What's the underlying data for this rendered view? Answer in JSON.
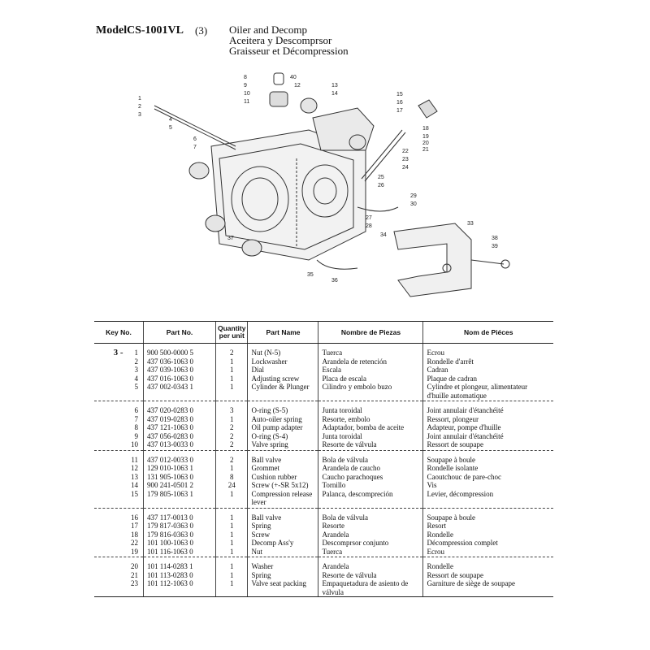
{
  "header": {
    "model_label": "Model",
    "model_code": "CS-1001VL",
    "section": "(3)",
    "title_en": "Oiler and Decomp",
    "title_es": "Aceitera y Descomprsor",
    "title_fr": "Graisseur et Décompression"
  },
  "diagram": {
    "callouts": [
      "1",
      "2",
      "3",
      "4",
      "5",
      "6",
      "7",
      "8",
      "9",
      "10",
      "11",
      "12",
      "13",
      "14",
      "15",
      "16",
      "17",
      "18",
      "19",
      "20",
      "21",
      "22",
      "23",
      "24",
      "25",
      "26",
      "27",
      "28",
      "29",
      "30",
      "33",
      "34",
      "35",
      "36",
      "37",
      "38",
      "39",
      "40"
    ]
  },
  "table": {
    "headers": {
      "key": "Key No.",
      "part": "Part No.",
      "qty": "Quantity per unit",
      "name": "Part Name",
      "esp": "Nombre de Piezas",
      "fra": "Nom de Piéces"
    },
    "group": "3 -",
    "rows": [
      {
        "key": "1",
        "part": "900 500-0000 5",
        "qty": "2",
        "name": "Nut (N-5)",
        "esp": "Tuerca",
        "fra": "Ecrou"
      },
      {
        "key": "2",
        "part": "437 036-1063 0",
        "qty": "1",
        "name": "Lockwasher",
        "esp": "Arandela de retención",
        "fra": "Rondelle d'arrêt"
      },
      {
        "key": "3",
        "part": "437 039-1063 0",
        "qty": "1",
        "name": "Dial",
        "esp": "Escala",
        "fra": "Cadran"
      },
      {
        "key": "4",
        "part": "437 016-1063 0",
        "qty": "1",
        "name": "Adjusting screw",
        "esp": "Placa de escala",
        "fra": "Plaque de cadran"
      },
      {
        "key": "5",
        "part": "437 002-0343 1",
        "qty": "1",
        "name": "Cylinder & Plunger",
        "esp": "Cilindro y embolo buzo",
        "fra": "Cylindre et plongeur, alimentateur d'huille automatique"
      },
      {
        "key": "6",
        "part": "437 020-0283 0",
        "qty": "3",
        "name": "O-ring (S-5)",
        "esp": "Junta toroidal",
        "fra": "Joint annulair d'étanchéité"
      },
      {
        "key": "7",
        "part": "437 019-0283 0",
        "qty": "1",
        "name": "Auto-oiler spring",
        "esp": "Resorte, embolo",
        "fra": "Ressort, plongeur"
      },
      {
        "key": "8",
        "part": "437 121-1063 0",
        "qty": "2",
        "name": "Oil pump adapter",
        "esp": "Adaptador, bomba de aceite",
        "fra": "Adapteur, pompe d'huille"
      },
      {
        "key": "9",
        "part": "437 056-0283 0",
        "qty": "2",
        "name": "O-ring (S-4)",
        "esp": "Junta toroidal",
        "fra": "Joint annulair d'étanchéité"
      },
      {
        "key": "10",
        "part": "437 013-0033 0",
        "qty": "2",
        "name": "Valve spring",
        "esp": "Resorte de válvula",
        "fra": "Ressort de soupape"
      },
      {
        "key": "11",
        "part": "437 012-0033 0",
        "qty": "2",
        "name": "Ball valve",
        "esp": "Bola de válvula",
        "fra": "Soupape à boule"
      },
      {
        "key": "12",
        "part": "129 010-1063 1",
        "qty": "1",
        "name": "Grommet",
        "esp": "Arandela de caucho",
        "fra": "Rondelle isolante"
      },
      {
        "key": "13",
        "part": "131 905-1063 0",
        "qty": "8",
        "name": "Cushion rubber",
        "esp": "Caucho parachoques",
        "fra": "Caoutchouc de pare-choc"
      },
      {
        "key": "14",
        "part": "900 241-0501 2",
        "qty": "24",
        "name": "Screw (+-SR 5x12)",
        "esp": "Tornillo",
        "fra": "Vis"
      },
      {
        "key": "15",
        "part": "179 805-1063 1",
        "qty": "1",
        "name": "Compression release lever",
        "esp": "Palanca, descompreción",
        "fra": "Levier, décompression"
      },
      {
        "key": "16",
        "part": "437 117-0013 0",
        "qty": "1",
        "name": "Ball valve",
        "esp": "Bola de válvula",
        "fra": "Soupape à boule"
      },
      {
        "key": "17",
        "part": "179 817-0363 0",
        "qty": "1",
        "name": "Spring",
        "esp": "Resorte",
        "fra": "Resort"
      },
      {
        "key": "18",
        "part": "179 816-0363 0",
        "qty": "1",
        "name": "Screw",
        "esp": "Arandela",
        "fra": "Rondelle"
      },
      {
        "key": "22",
        "part": "101 100-1063 0",
        "qty": "1",
        "name": "Decomp Ass'y",
        "esp": "Descomprsor conjunto",
        "fra": "Décompression complet"
      },
      {
        "key": "19",
        "part": "101 116-1063 0",
        "qty": "1",
        "name": "Nut",
        "esp": "Tuerca",
        "fra": "Ecrou"
      },
      {
        "key": "20",
        "part": "101 114-0283 1",
        "qty": "1",
        "name": "Washer",
        "esp": "Arandela",
        "fra": "Rondelle"
      },
      {
        "key": "21",
        "part": "101 113-0283 0",
        "qty": "1",
        "name": "Spring",
        "esp": "Resorte de válvula",
        "fra": "Ressort de soupape"
      },
      {
        "key": "23",
        "part": "101 112-1063 0",
        "qty": "1",
        "name": "Valve seat packing",
        "esp": "Empaquetadura de asiento de válvula",
        "fra": "Garniture de siège de soupape"
      }
    ]
  }
}
